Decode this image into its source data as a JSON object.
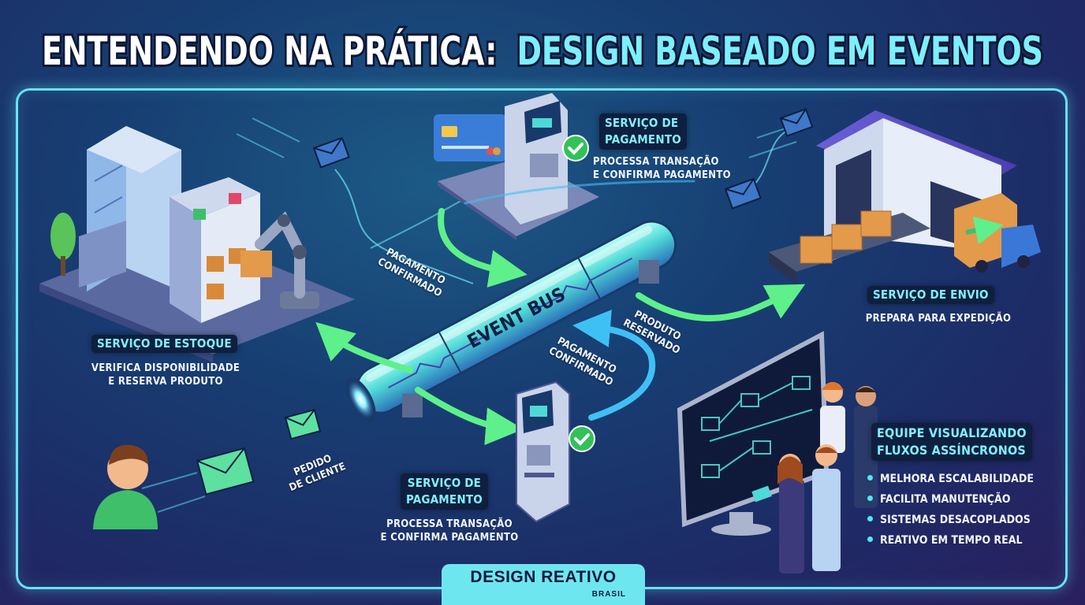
{
  "title": {
    "part1": "ENTENDENDO NA PRÁTICA:",
    "part2": "DESIGN BASEADO EM EVENTOS"
  },
  "event_bus": {
    "label": "EVENT BUS"
  },
  "services": {
    "payment_top": {
      "name_line1": "SERVIÇO DE",
      "name_line2": "PAGAMENTO",
      "desc_line1": "PROCESSA TRANSAÇÃO",
      "desc_line2": "E CONFIRMA PAGAMENTO"
    },
    "stock": {
      "name": "SERVIÇO DE ESTOQUE",
      "desc_line1": "VERIFICA DISPONIBILIDADE",
      "desc_line2": "E RESERVA PRODUTO"
    },
    "shipping": {
      "name": "SERVIÇO DE ENVIO",
      "desc": "PREPARA PARA EXPEDIÇÃO"
    },
    "payment_bottom": {
      "name_line1": "SERVIÇO DE",
      "name_line2": "PAGAMENTO",
      "desc_line1": "PROCESSA TRANSAÇÃO",
      "desc_line2": "E CONFIRMA PAGAMENTO"
    }
  },
  "flow_labels": {
    "payment_confirmed_left": "PAGAMENTO\nCONFIRMADO",
    "payment_confirmed_right": "PAGAMENTO\nCONFIRMADO",
    "product_reserved": "PRODUTO\nRESERVADO",
    "customer_order": "PEDIDO\nDE CLIENTE"
  },
  "team": {
    "title_line1": "EQUIPE VISUALIZANDO",
    "title_line2": "FLUXOS ASSÍNCRONOS",
    "benefits": [
      "MELHORA ESCALABILIDADE",
      "FACILITA MANUTENÇÃO",
      "SISTEMAS DESACOPLADOS",
      "REATIVO EM TEMPO REAL"
    ]
  },
  "logo": {
    "main": "DESIGN REATIVO",
    "sub": "BRASIL"
  },
  "colors": {
    "accent_cyan": "#6ee6f0",
    "arrow_green": "#5ef08a",
    "arrow_blue": "#3fc0f5",
    "label_bg": "#0e1f3f",
    "title_white": "#ffffff"
  },
  "icons": [
    "building-icon",
    "robot-arm-icon",
    "credit-card-icon",
    "atm-icon",
    "check-icon",
    "warehouse-icon",
    "conveyor-icon",
    "truck-icon",
    "envelope-icon",
    "person-icon",
    "monitor-icon",
    "team-icon"
  ]
}
